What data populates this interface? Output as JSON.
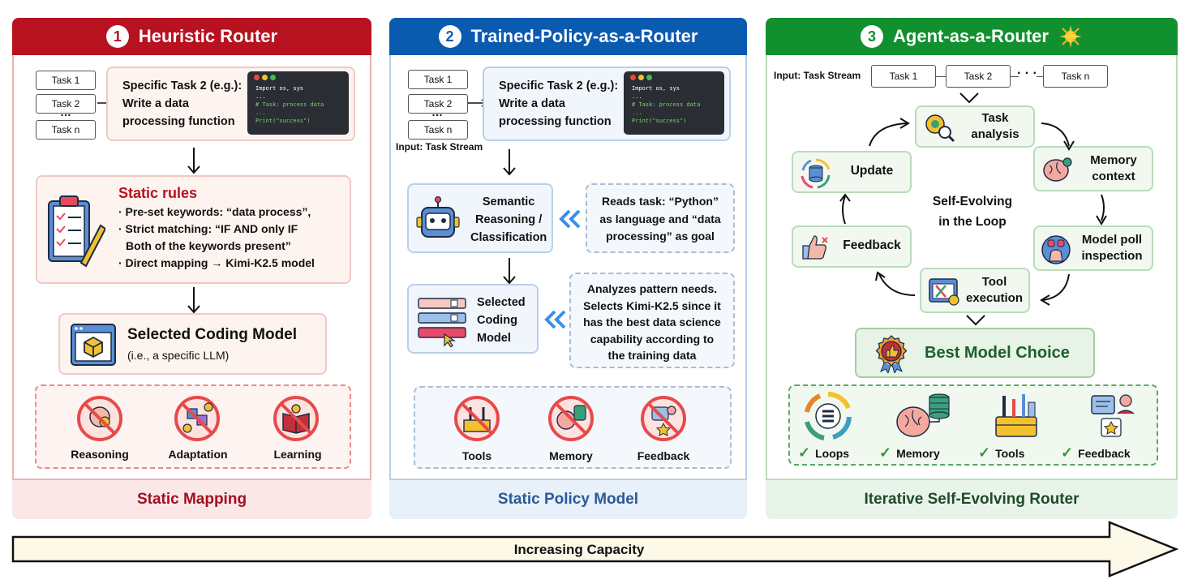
{
  "panel1": {
    "number": "1",
    "title": "Heuristic Router",
    "tasks": [
      "Task 1",
      "Task 2",
      "Task n"
    ],
    "task_dots": "…",
    "task_box": [
      "Specific Task 2 (e.g.):",
      "Write a data",
      "processing function"
    ],
    "code": [
      "Import os, sys",
      "...",
      "# Task: process data",
      "...",
      "Print(\"success\")"
    ],
    "rules_title": "Static rules",
    "rules": [
      "· Pre-set keywords: “data process”,",
      "· Strict matching: “IF AND only IF",
      "Both of the keywords present”",
      "· Direct mapping → Kimi-K2.5 model"
    ],
    "selected_title": "Selected Coding Model",
    "selected_sub": "(i.e., a specific LLM)",
    "missing": [
      "Reasoning",
      "Adaptation",
      "Learning"
    ],
    "footer": "Static Mapping"
  },
  "panel2": {
    "number": "2",
    "title": "Trained-Policy-as-a-Router",
    "tasks": [
      "Task 1",
      "Task 2",
      "Task n"
    ],
    "task_dots": "…",
    "input_label": "Input: Task Stream",
    "task_box": [
      "Specific Task 2 (e.g.):",
      "Write a data",
      "processing function"
    ],
    "code": [
      "Import os, sys",
      "...",
      "# Task: process data",
      "...",
      "Print(\"success\")"
    ],
    "semantic": [
      "Semantic",
      "Reasoning /",
      "Classification"
    ],
    "reads": [
      "Reads task: “Python”",
      "as language and “data",
      "processing” as goal"
    ],
    "selected": [
      "Selected",
      "Coding",
      "Model"
    ],
    "analyzes": [
      "Analyzes pattern needs.",
      "Selects Kimi-K2.5 since it",
      "has the best data science",
      "capability according to",
      "the training data"
    ],
    "missing": [
      "Tools",
      "Memory",
      "Feedback"
    ],
    "footer": "Static Policy Model"
  },
  "panel3": {
    "number": "3",
    "title": "Agent-as-a-Router",
    "input_label": "Input: Task Stream",
    "tasks": [
      "Task 1",
      "Task 2",
      "Task n"
    ],
    "task_dots": "· · ·",
    "loop_center": [
      "Self-Evolving",
      "in the Loop"
    ],
    "nodes": {
      "task_analysis": [
        "Task",
        "analysis"
      ],
      "memory": [
        "Memory",
        "context"
      ],
      "model_poll": [
        "Model poll",
        "inspection"
      ],
      "tool": [
        "Tool",
        "execution"
      ],
      "feedback": [
        "Feedback"
      ],
      "update": [
        "Update"
      ]
    },
    "best": "Best Model Choice",
    "features": [
      "Loops",
      "Memory",
      "Tools",
      "Feedback"
    ],
    "check": "✓",
    "footer": "Iterative Self-Evolving Router"
  },
  "arrow_label": "Increasing Capacity",
  "colors": {
    "red": "#b8111f",
    "blue": "#0a5ab0",
    "green": "#11902f"
  }
}
